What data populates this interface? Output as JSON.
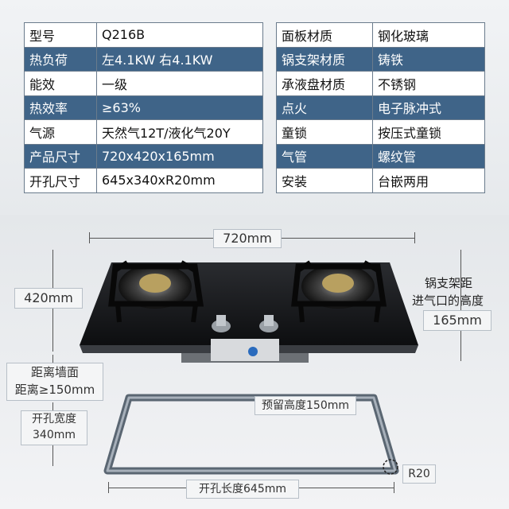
{
  "spec_left": [
    {
      "k": "型号",
      "v": "Q216B",
      "style": "light"
    },
    {
      "k": "热负荷",
      "v": "左4.1KW 右4.1KW",
      "style": "dark"
    },
    {
      "k": "能效",
      "v": "一级",
      "style": "light"
    },
    {
      "k": "热效率",
      "v": "≥63%",
      "style": "dark"
    },
    {
      "k": "气源",
      "v": "天然气12T/液化气20Y",
      "style": "light"
    },
    {
      "k": "产品尺寸",
      "v": "720x420x165mm",
      "style": "dark"
    },
    {
      "k": "开孔尺寸",
      "v": "645x340xR20mm",
      "style": "light"
    }
  ],
  "spec_right": [
    {
      "k": "面板材质",
      "v": "钢化玻璃",
      "style": "light"
    },
    {
      "k": "锅支架材质",
      "v": "铸铁",
      "style": "dark"
    },
    {
      "k": "承液盘材质",
      "v": "不锈钢",
      "style": "light"
    },
    {
      "k": "点火",
      "v": "电子脉冲式",
      "style": "dark"
    },
    {
      "k": "童锁",
      "v": "按压式童锁",
      "style": "light"
    },
    {
      "k": "气管",
      "v": "螺纹管",
      "style": "dark"
    },
    {
      "k": "安装",
      "v": "台嵌两用",
      "style": "light"
    }
  ],
  "dims": {
    "width": "720mm",
    "depth": "420mm",
    "height_label_line1": "锅支架距",
    "height_label_line2": "进气口的高度",
    "height": "165mm",
    "wall_line1": "距离墙面",
    "wall_line2": "距离≥150mm",
    "cut_width_line1": "开孔宽度",
    "cut_width_line2": "340mm",
    "reserved": "预留高度150mm",
    "radius": "R20",
    "cut_length": "开孔长度645mm"
  }
}
